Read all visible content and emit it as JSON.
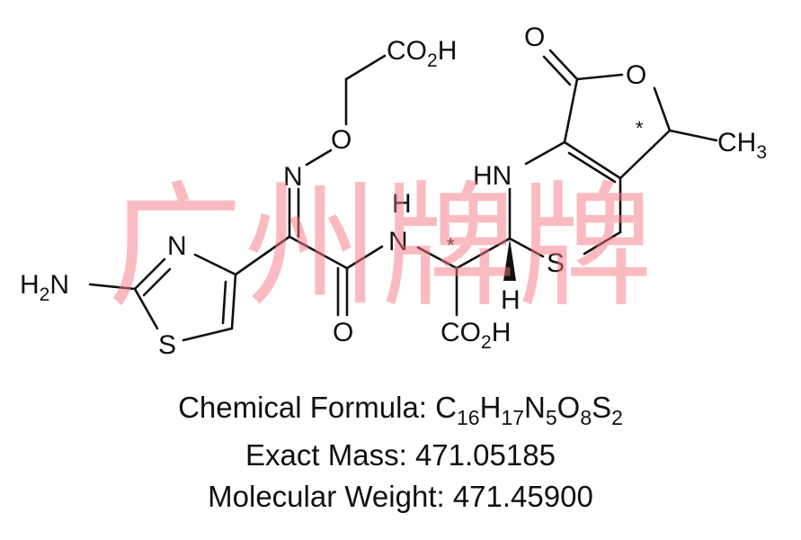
{
  "structure": {
    "name_hint": "Thiazole aminoacyl-oxime lactone compound (cephalosporin-related impurity)",
    "atoms": {
      "h2n": {
        "label": "H",
        "sub": "2",
        "tail": "N"
      },
      "thiazole_n": "N",
      "thiazole_s": "S",
      "oxime_n": "N",
      "ether_o": "O",
      "top_acid": {
        "label": "CO",
        "sub": "2",
        "tail": "H"
      },
      "amide_h": "H",
      "amide_n": "N",
      "amide_o": "O",
      "bottom_acid": {
        "label": "CO",
        "sub": "2",
        "tail": "H"
      },
      "ring_nh": "HN",
      "ring_s": "S",
      "wedge_h": "H",
      "lactone_carbonyl_o": "O",
      "lactone_ring_o": "O",
      "methyl": {
        "label": "CH",
        "sub": "3"
      },
      "stereo_mark_1": "*",
      "stereo_mark_2": "*"
    },
    "colors": {
      "bond": "#111111",
      "text": "#111111"
    }
  },
  "watermark": {
    "text": "广州牌牌",
    "color": "#f5a0a8"
  },
  "info": {
    "formula_label": "Chemical Formula: ",
    "formula_parts": [
      {
        "el": "C",
        "n": "16"
      },
      {
        "el": "H",
        "n": "17"
      },
      {
        "el": "N",
        "n": "5"
      },
      {
        "el": "O",
        "n": "8"
      },
      {
        "el": "S",
        "n": "2"
      }
    ],
    "exact_mass_label": "Exact Mass: ",
    "exact_mass_value": "471.05185",
    "mw_label": "Molecular Weight: ",
    "mw_value": "471.45900"
  }
}
